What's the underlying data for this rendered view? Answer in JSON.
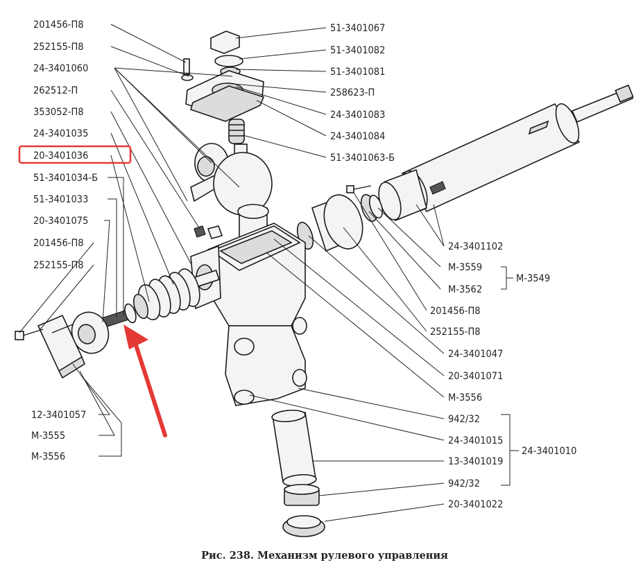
{
  "caption": "Рис. 238. Механизм рулевого управления",
  "highlight_color": "#e53935",
  "arrow_color": "#e53935",
  "left_labels": [
    "201456-П8",
    "252155-П8",
    "24-3401060",
    "262512-П",
    "353052-П8",
    "24-3401035",
    "20-3401036",
    "51-3401034-Б",
    "51-3401033",
    "20-3401075",
    "201456-П8",
    "252155-П8"
  ],
  "bottom_left_labels": [
    "12-3401057",
    "М-3555",
    "М-3556"
  ],
  "right_labels": [
    "51-3401067",
    "51-3401082",
    "51-3401081",
    "258623-П",
    "24-3401083",
    "24-3401084",
    "51-3401063-Б",
    "24-3401102",
    "М-3559",
    "М-3562",
    "201456-П8",
    "252155-П8",
    "24-3401047",
    "20-3401071",
    "М-3556",
    "942/32",
    "24-3401015",
    "13-3401019",
    "942/32",
    "20-3401022"
  ],
  "group_labels": [
    "М-3549",
    "24-3401010"
  ],
  "highlighted_label": "20-3401036"
}
